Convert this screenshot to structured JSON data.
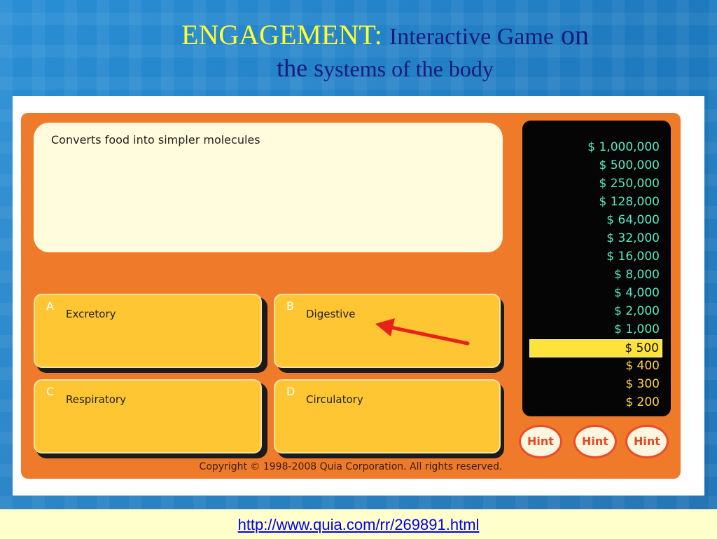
{
  "title": {
    "engagement": "ENGAGEMENT:",
    "part1": "Interactive Game",
    "on": "on",
    "the": "the",
    "s": "s",
    "part2": "ystems of the body"
  },
  "question": {
    "text": "Converts food into simpler molecules"
  },
  "answers": [
    {
      "letter": "A",
      "label": "Excretory"
    },
    {
      "letter": "B",
      "label": "Digestive"
    },
    {
      "letter": "C",
      "label": "Respiratory"
    },
    {
      "letter": "D",
      "label": "Circulatory"
    }
  ],
  "money_ladder": [
    "$ 1,000,000",
    "$ 500,000",
    "$ 250,000",
    "$ 128,000",
    "$ 64,000",
    "$ 32,000",
    "$ 16,000",
    "$ 8,000",
    "$ 4,000",
    "$ 2,000",
    "$ 1,000",
    "$ 500",
    "$ 400",
    "$ 300",
    "$ 200"
  ],
  "current_level": "$ 500",
  "hints": [
    "Hint",
    "Hint",
    "Hint"
  ],
  "copyright": "Copyright © 1998-2008 Quia Corporation. All rights reserved.",
  "link": "http://www.quia.com/rr/269891.html",
  "colors": {
    "game_background": "#ef7a2a",
    "answer_button": "#ffc634",
    "ladder_high": "#58e8c2",
    "ladder_low": "#ffd23f",
    "ladder_current": "#ffe23a",
    "arrow": "#e8221b"
  }
}
